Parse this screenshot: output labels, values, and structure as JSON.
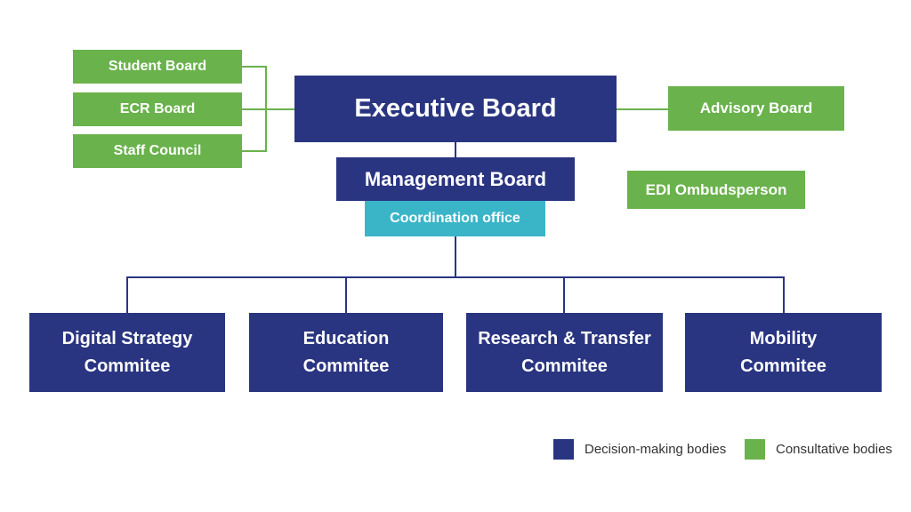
{
  "diagram": {
    "type": "org-chart",
    "colors": {
      "background": "#ffffff",
      "decision": "#2a3581",
      "consultative": "#6ab24c",
      "office": "#3ab5c8",
      "box_text": "#ffffff",
      "legend_text": "#333333"
    },
    "nodes": {
      "student_board": "Student Board",
      "ecr_board": "ECR Board",
      "staff_council": "Staff Council",
      "executive_board": "Executive Board",
      "advisory_board": "Advisory Board",
      "management_board": "Management Board",
      "edi_ombudsperson": "EDI Ombudsperson",
      "coordination_office": "Coordination office",
      "committees": [
        "Digital Strategy\nCommitee",
        "Education\nCommitee",
        "Research & Transfer\nCommitee",
        "Mobility\nCommitee"
      ]
    },
    "legend": [
      {
        "label": "Decision-making bodies",
        "color_key": "decision"
      },
      {
        "label": "Consultative bodies",
        "color_key": "consultative"
      }
    ]
  }
}
